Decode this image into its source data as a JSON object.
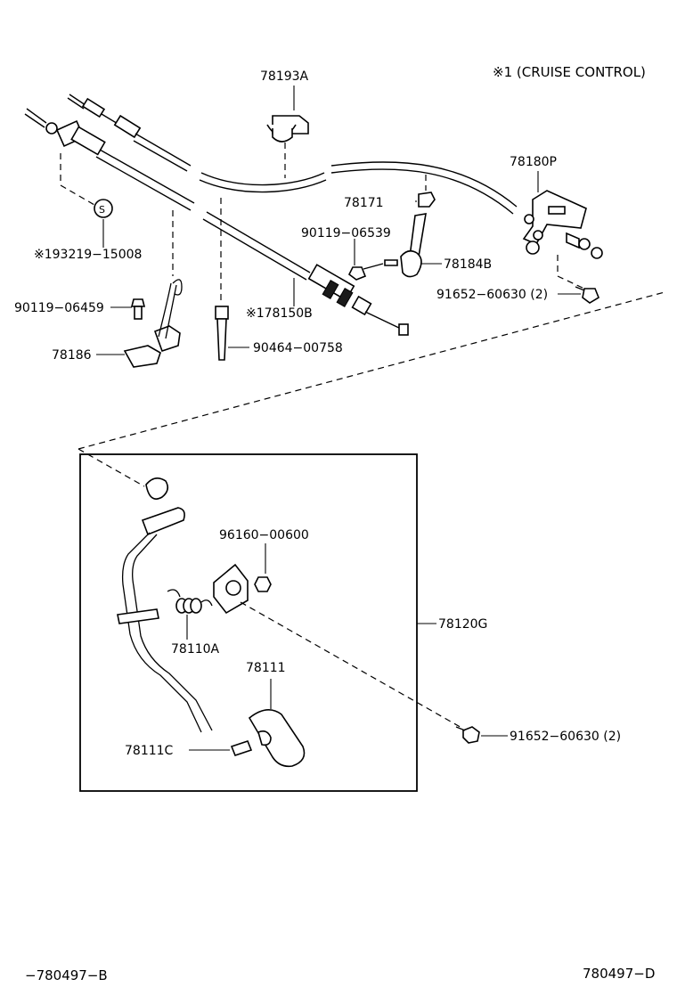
{
  "header": {
    "note": "※1 (CRUISE CONTROL)"
  },
  "labels": {
    "p78193A": "78193A",
    "p78180P": "78180P",
    "p78171": "78171",
    "p90119_06539": "90119−06539",
    "p78184B": "78184B",
    "p91652_60630_top": "91652−60630 (2)",
    "p193219_15008": "※193219−15008",
    "p90119_06459": "90119−06459",
    "p178150B": "※178150B",
    "p90464_00758": "90464−00758",
    "p78186": "78186",
    "p96160_00600": "96160−00600",
    "p78120G": "78120G",
    "p78110A": "78110A",
    "p78111": "78111",
    "p78111C": "78111C",
    "p91652_60630_bot": "91652−60630 (2)"
  },
  "footer": {
    "left_code": "−780497−B",
    "right_code": "780497−D"
  }
}
